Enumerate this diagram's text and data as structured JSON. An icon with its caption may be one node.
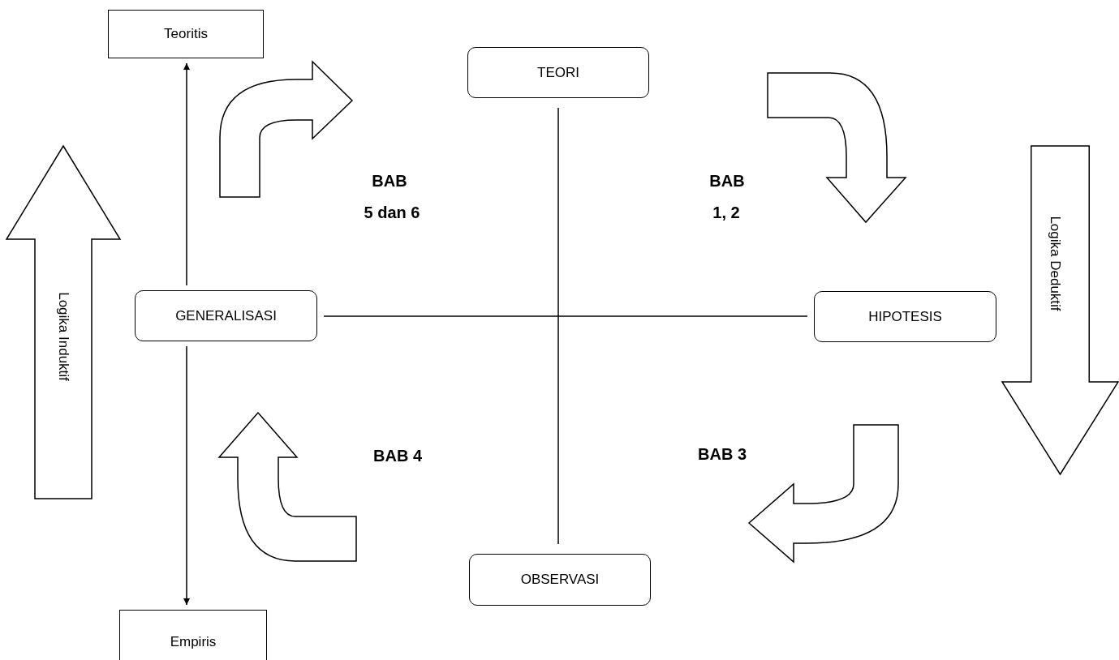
{
  "diagram": {
    "nodes": [
      {
        "text": [
          "Teoritis"
        ]
      },
      {
        "text": [
          "TEORI"
        ]
      },
      {
        "text": [
          "GENERALISASI"
        ]
      },
      {
        "text": [
          "HIPOTESIS"
        ]
      },
      {
        "text": [
          "OBSERVASI"
        ]
      },
      {
        "text": [
          "Empiris"
        ]
      },
      {
        "text": [
          "Logika Induktif"
        ]
      },
      {
        "text": [
          "Logika Deduktif"
        ]
      }
    ],
    "edges": [
      {
        "from": 2,
        "to": 0,
        "arrow": "to"
      },
      {
        "from": 2,
        "to": 5,
        "arrow": "to"
      },
      {
        "from": 1,
        "to": 4,
        "arrow": "none"
      },
      {
        "from": 2,
        "to": 3,
        "arrow": "none"
      }
    ],
    "labels": [
      "BAB",
      "BAB",
      "5 dan 6",
      "1, 2",
      "BAB 4",
      "BAB 3"
    ]
  }
}
